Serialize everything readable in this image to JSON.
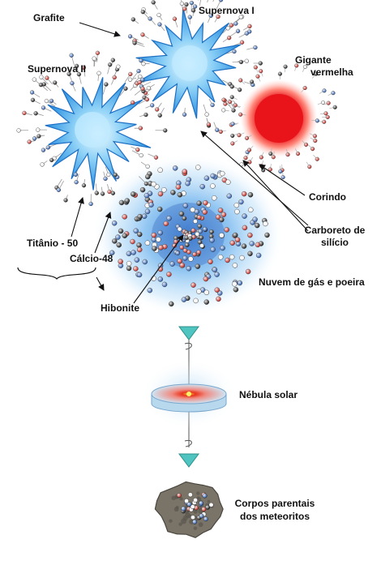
{
  "labels": {
    "grafite": "Grafite",
    "supernova1": "Supernova I",
    "supernova2": "Supernova II",
    "gigante1": "Gigante",
    "gigante2": "vermelha",
    "corindo": "Corindo",
    "carboreto1": "Carboreto de",
    "carboreto2": "silício",
    "titanio": "Titânio - 50",
    "calcio": "Cálcio-48",
    "nuvem": "Nuvem de gás e poeira",
    "hibonite": "Hibonite",
    "nebulosa": "Nébula solar",
    "corpos1": "Corpos parentais",
    "corpos2": "dos meteoritos"
  },
  "colors": {
    "supernova_blue": "#2a8fe0",
    "supernova_light": "#d8f4ff",
    "giant_red": "#e8141a",
    "giant_glow": "#ffb0a0",
    "cloud_blue": "#6fb4ee",
    "grain_dark": "#1a1a1a",
    "grain_red": "#c42a22",
    "grain_blue": "#2f5fb0",
    "grain_white": "#f0f0f0",
    "arrow_teal": "#4fc4c0",
    "rock": "#7a7468"
  }
}
